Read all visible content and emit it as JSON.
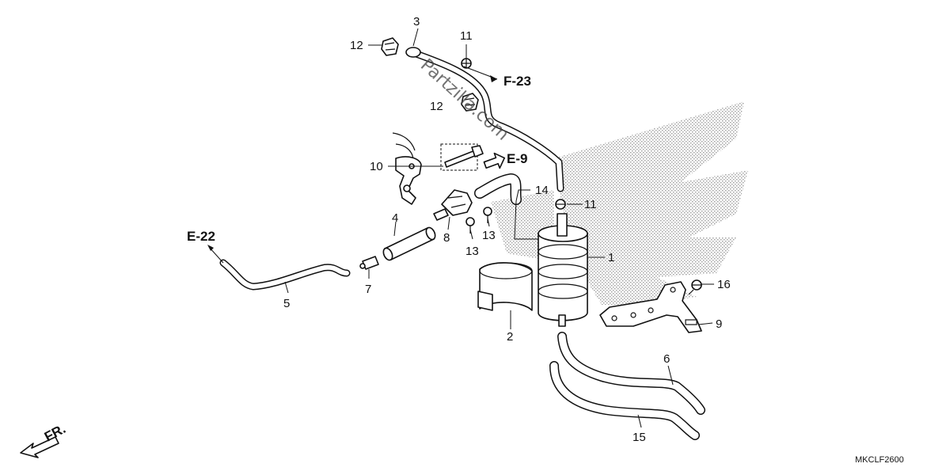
{
  "diagram": {
    "callouts": [
      {
        "id": "c1",
        "text": "1"
      },
      {
        "id": "c2",
        "text": "2"
      },
      {
        "id": "c3",
        "text": "3"
      },
      {
        "id": "c4",
        "text": "4"
      },
      {
        "id": "c5",
        "text": "5"
      },
      {
        "id": "c6",
        "text": "6"
      },
      {
        "id": "c7",
        "text": "7"
      },
      {
        "id": "c8",
        "text": "8"
      },
      {
        "id": "c9",
        "text": "9"
      },
      {
        "id": "c10",
        "text": "10"
      },
      {
        "id": "c11a",
        "text": "11"
      },
      {
        "id": "c11b",
        "text": "11"
      },
      {
        "id": "c12a",
        "text": "12"
      },
      {
        "id": "c12b",
        "text": "12"
      },
      {
        "id": "c13a",
        "text": "13"
      },
      {
        "id": "c13b",
        "text": "13"
      },
      {
        "id": "c14",
        "text": "14"
      },
      {
        "id": "c15",
        "text": "15"
      },
      {
        "id": "c16",
        "text": "16"
      }
    ],
    "references": {
      "f23": "F-23",
      "e9": "E-9",
      "e22": "E-22"
    },
    "front_marker": "FR.",
    "watermark": "Partzilla.com",
    "diagram_code": "MKCLF2600",
    "colors": {
      "line": "#111111",
      "background": "#ffffff",
      "stipple": "#9a9a9a"
    }
  }
}
